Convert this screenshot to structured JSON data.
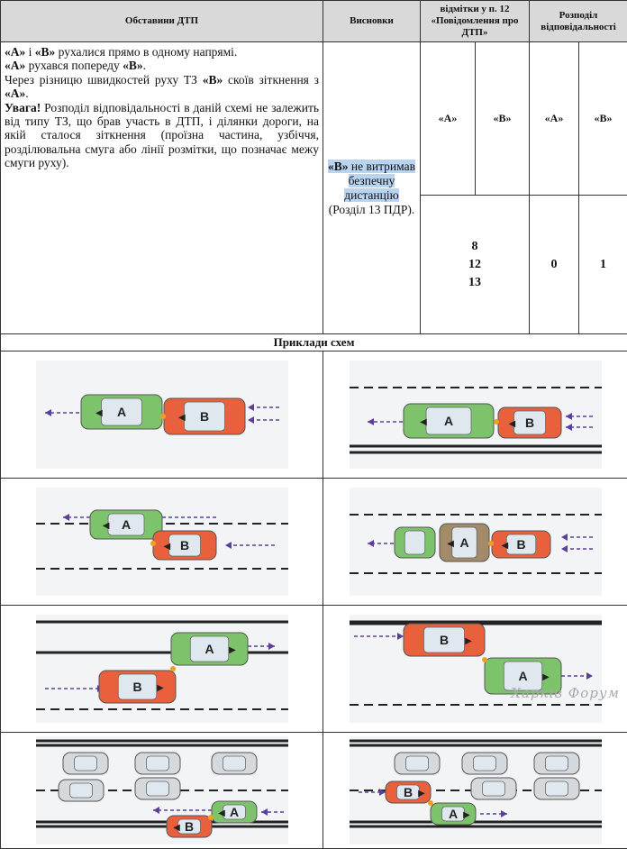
{
  "header": {
    "col_circumstances": "Обставини ДТП",
    "col_conclusions": "Висновки",
    "col_marks": "відмітки у п. 12 «Повідомлення про ДТП»",
    "col_responsibility": "Розподіл відповідальності",
    "sub_a": "«А»",
    "sub_b": "«В»"
  },
  "row": {
    "line1_a": "«А»",
    "line1_mid": " і ",
    "line1_b": "«В»",
    "line1_rest": " рухалися прямо в одному напрямі.",
    "line2_a": "«А»",
    "line2_mid": " рухався попереду ",
    "line2_b": "«В»",
    "line2_end": ".",
    "line3": "Через різницю швидкостей руху ТЗ ",
    "line3_b": "«В»",
    "line3_mid": " скоїв зіткнення з ",
    "line3_a": "«А»",
    "line3_end": ".",
    "attention": "Увага!",
    "attention_text": " Розподіл відповідальності в даній схемі не залежить від типу ТЗ, що брав участь в ДТП, і ділянки дороги, на якій сталося зіткнення (проїзна частина, узбіччя, розділювальна смуга або лінії розмітки, що позначає межу смуги руху).",
    "conclusion_b": "«В»",
    "conclusion_hl": " не витримав безпечну дистанцію",
    "conclusion_ref": "(Розділ 13 ПДР).",
    "marks": [
      "8",
      "12",
      "13"
    ],
    "resp_a": "0",
    "resp_b": "1"
  },
  "examples_title": "Приклади схем",
  "car_labels": {
    "a": "A",
    "b": "B"
  },
  "watermark": "Харків Форум",
  "colors": {
    "green": "#7dc36b",
    "red": "#e8603c",
    "grey": "#d6d9dc",
    "arrow": "#5b3f9a"
  }
}
